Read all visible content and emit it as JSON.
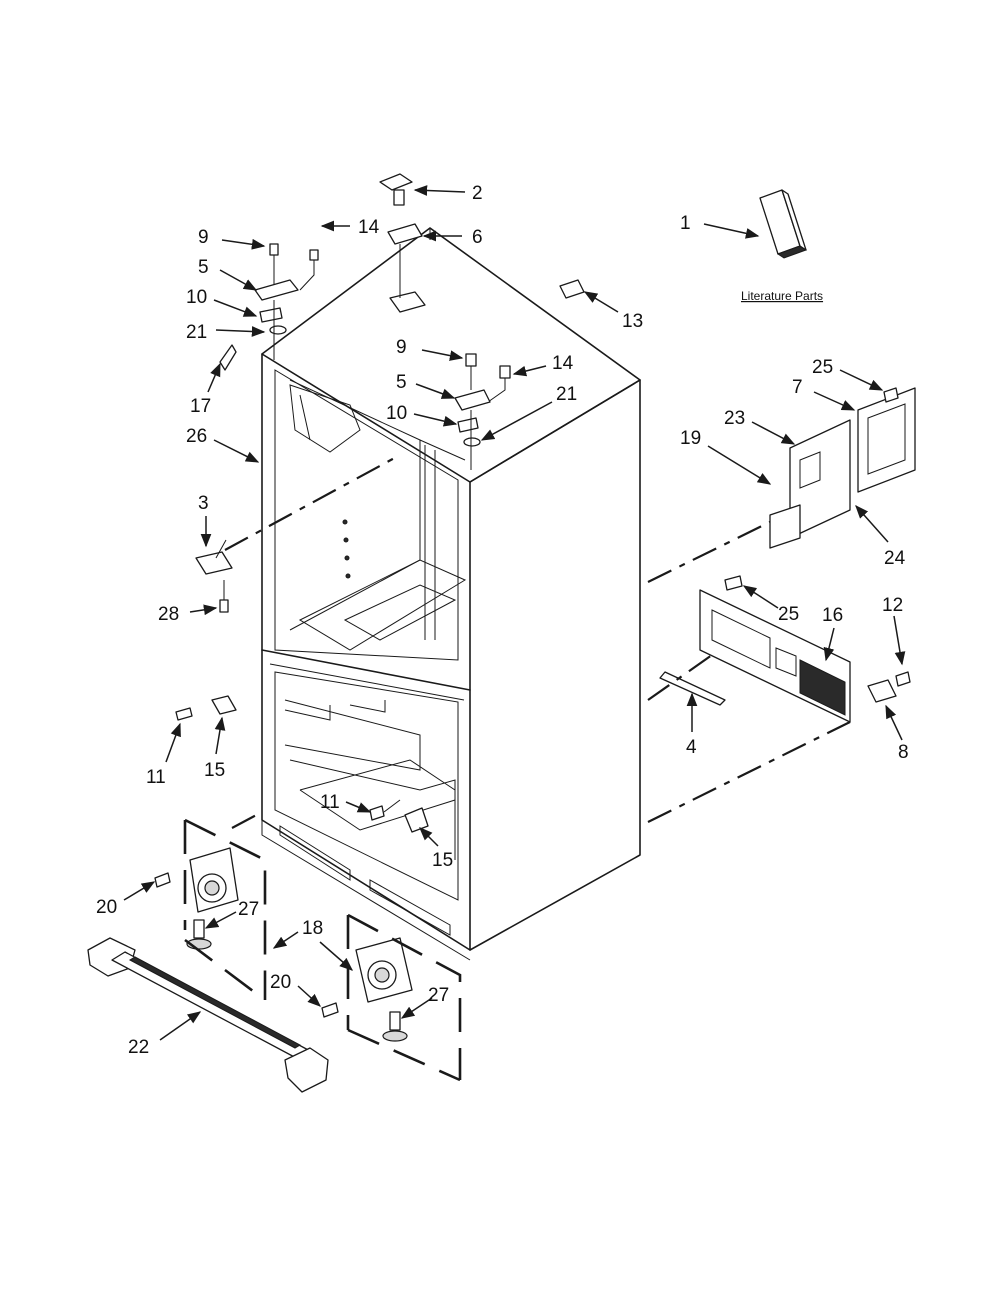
{
  "literature_parts_label": "Literature Parts",
  "callouts": {
    "c1": "1",
    "c2": "2",
    "c6": "6",
    "c13": "13",
    "c9a": "9",
    "c14a": "14",
    "c5a": "5",
    "c10a": "10",
    "c21a": "21",
    "c17": "17",
    "c26": "26",
    "c9b": "9",
    "c14b": "14",
    "c5b": "5",
    "c10b": "10",
    "c21b": "21",
    "c25a": "25",
    "c7": "7",
    "c23": "23",
    "c19": "19",
    "c24": "24",
    "c3": "3",
    "c28": "28",
    "c25b": "25",
    "c16": "16",
    "c12": "12",
    "c4": "4",
    "c8": "8",
    "c11a": "11",
    "c15a": "15",
    "c11b": "11",
    "c15b": "15",
    "c20a": "20",
    "c27a": "27",
    "c18": "18",
    "c20b": "20",
    "c27b": "27",
    "c22": "22"
  }
}
